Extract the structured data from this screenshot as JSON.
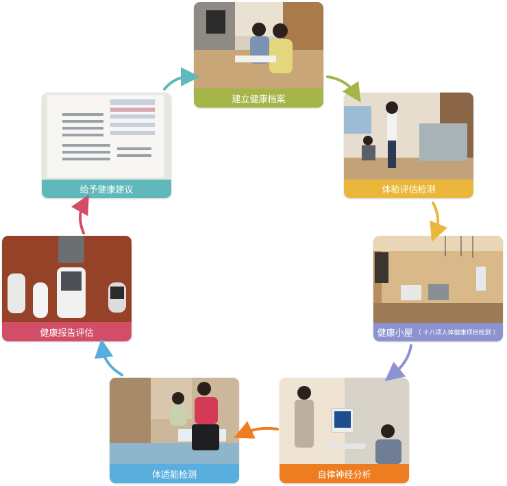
{
  "steps": [
    {
      "label": "建立健康档案",
      "color": "#a5b548"
    },
    {
      "label": "体验评估检测",
      "color": "#eab73a"
    },
    {
      "label": "健康小屋",
      "sublabel": "（ 十八项人体健康项目检测 ）",
      "color": "#8c93d0"
    },
    {
      "label": "自律神经分析",
      "color": "#ee7c20"
    },
    {
      "label": "体适能检测",
      "color": "#5aaedd"
    },
    {
      "label": "健康报告评估",
      "color": "#d24e68"
    },
    {
      "label": "给予健康建议",
      "color": "#5fb8b9"
    }
  ]
}
